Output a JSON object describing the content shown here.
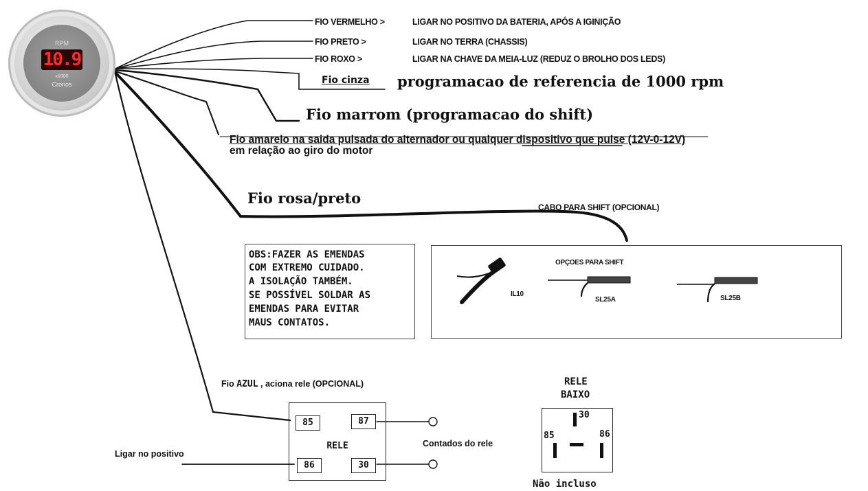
{
  "gauge": {
    "unit_label": "RPM",
    "display_value": "10.9",
    "multiplier": "x1000",
    "brand": "Cronos"
  },
  "wire_labels": {
    "vermelho": {
      "name": "FIO VERMELHO >",
      "desc": "LIGAR NO POSITIVO DA BATERIA, APÓS A IGINIÇÃO"
    },
    "preto": {
      "name": "FIO PRETO >",
      "desc": "LIGAR NO TERRA (CHASSIS)"
    },
    "roxo": {
      "name": "FIO ROXO >",
      "desc": "LIGAR NA CHAVE DA MEIA-LUZ (REDUZ O BROLHO DOS LEDS)"
    },
    "cinza": {
      "name": "Fio cinza",
      "desc": "programacao de referencia de 1000 rpm"
    },
    "marrom": "Fio marrom (programacao do shift)",
    "amarelo": {
      "line1": "Fio amarelo na saida pulsada do alternador ou qualquer dispositivo que pulse (12V-0-12V)",
      "line2": "em relação ao giro do motor"
    },
    "rosa_preto": "Fio rosa/preto",
    "azul": {
      "prefix": "Fio",
      "name": "AZUL",
      "suffix": ", aciona rele (OPCIONAL)"
    },
    "positivo": "Ligar no positivo"
  },
  "shift_cable": {
    "title": "CABO PARA SHIFT (OPCIONAL)",
    "options_label": "OPÇOES PARA SHIFT",
    "options": [
      "IL10",
      "SL25A",
      "SL25B"
    ]
  },
  "obs_note": [
    "OBS:FAZER AS EMENDAS",
    "COM EXTREMO CUIDADO.",
    "A ISOLAÇÃO TAMBÉM.",
    "SE POSSÍVEL SOLDAR AS",
    "EMENDAS PARA EVITAR",
    "MAUS CONTATOS."
  ],
  "relay": {
    "label": "RELE",
    "pins": {
      "p85": "85",
      "p87": "87",
      "p86": "86",
      "p30": "30"
    },
    "contacts_label": "Contados do rele"
  },
  "relay_bottom": {
    "title_line1": "RELE",
    "title_line2": "BAIXO",
    "pins": {
      "p30": "30",
      "p85": "85",
      "p86": "86"
    },
    "footer": "Não incluso"
  }
}
